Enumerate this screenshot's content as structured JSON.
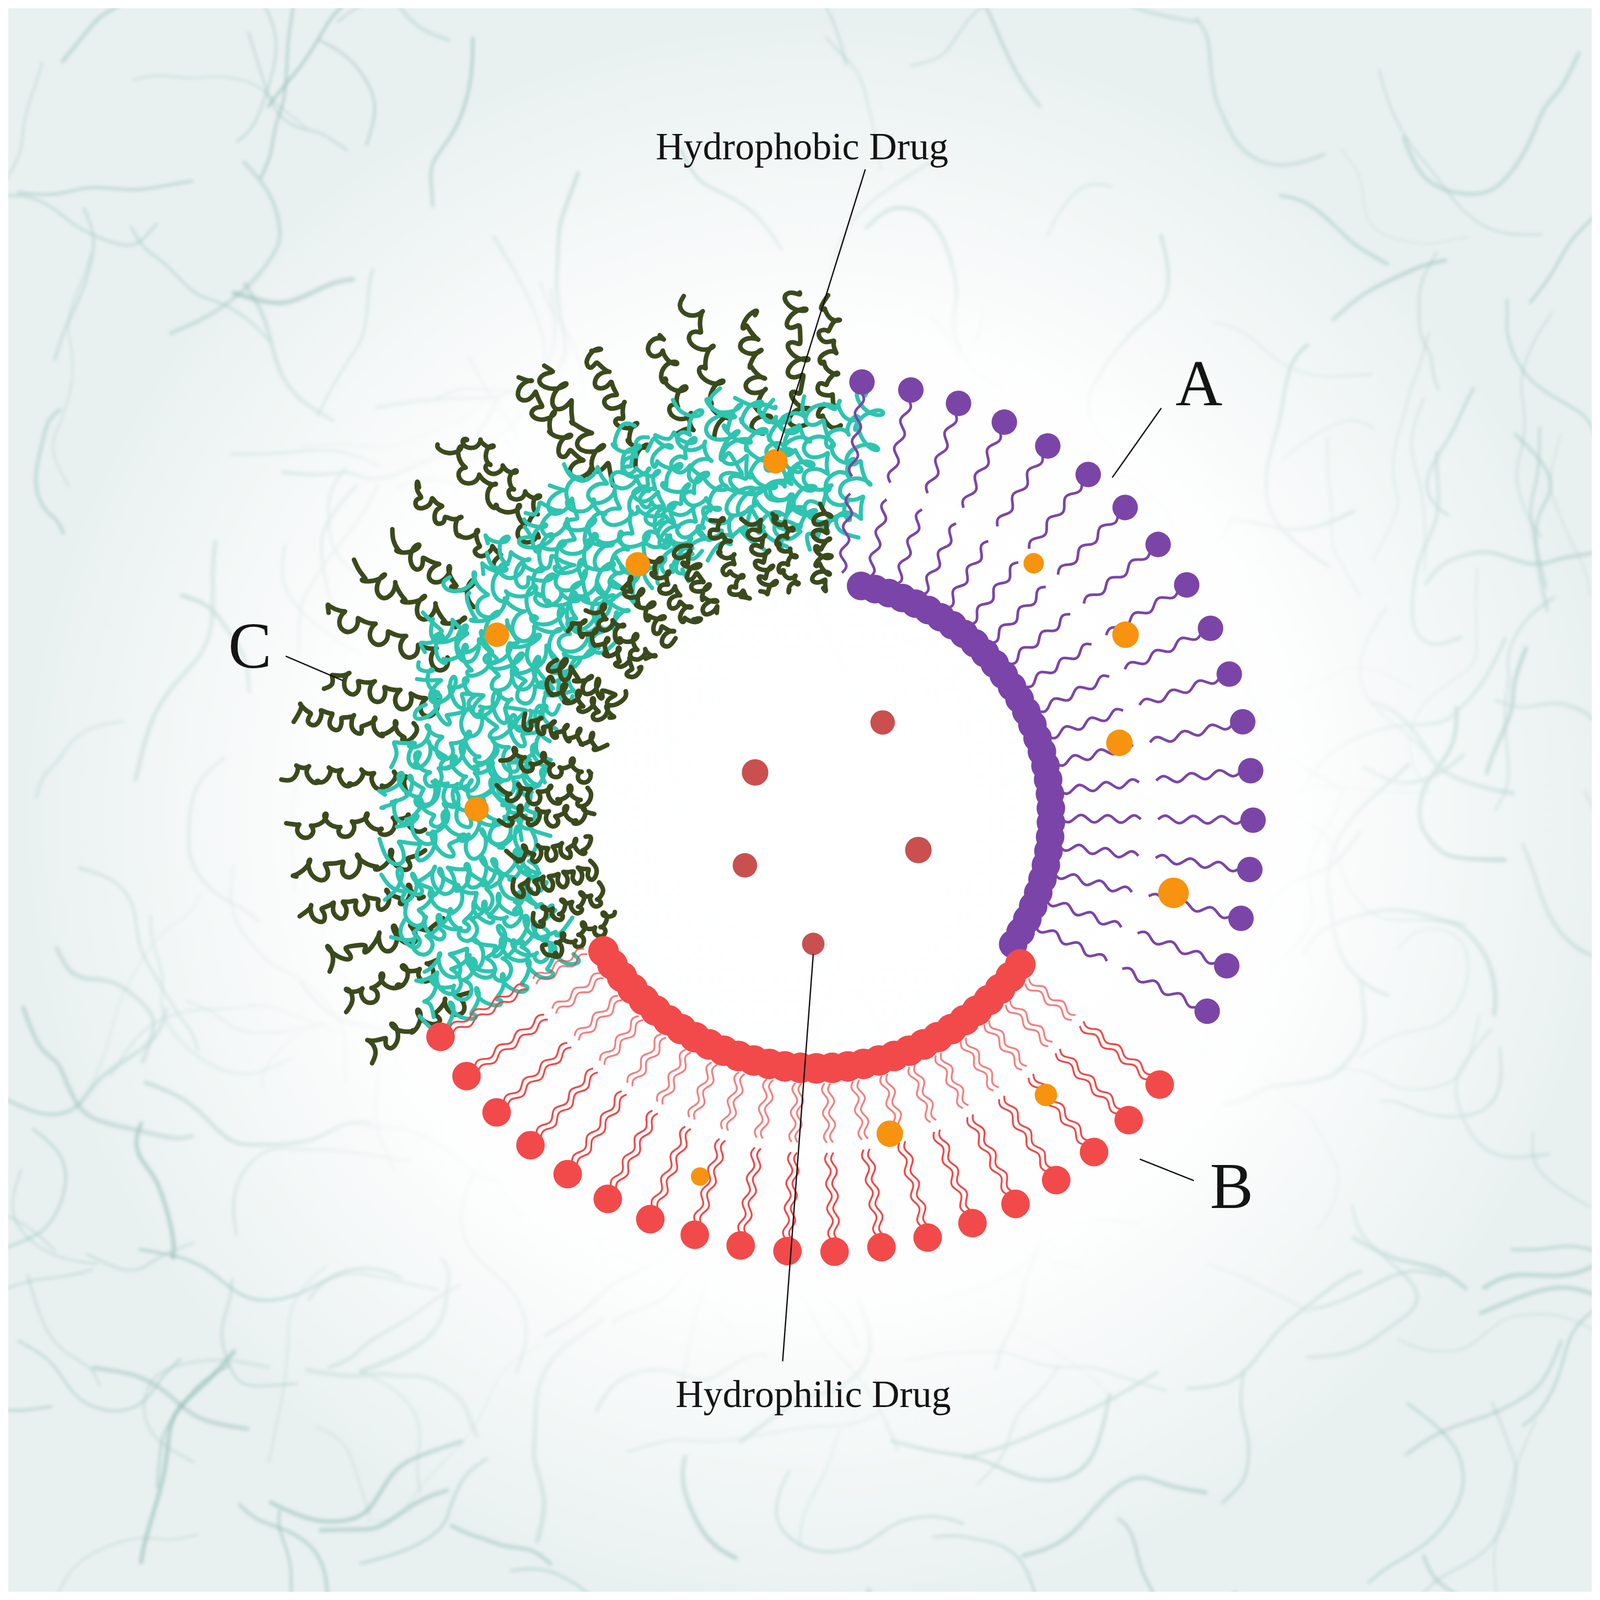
{
  "diagram": {
    "labels": [
      "Hydrophobic Drug",
      "A",
      "C",
      "B",
      "Hydrophilic Drug"
    ]
  }
}
